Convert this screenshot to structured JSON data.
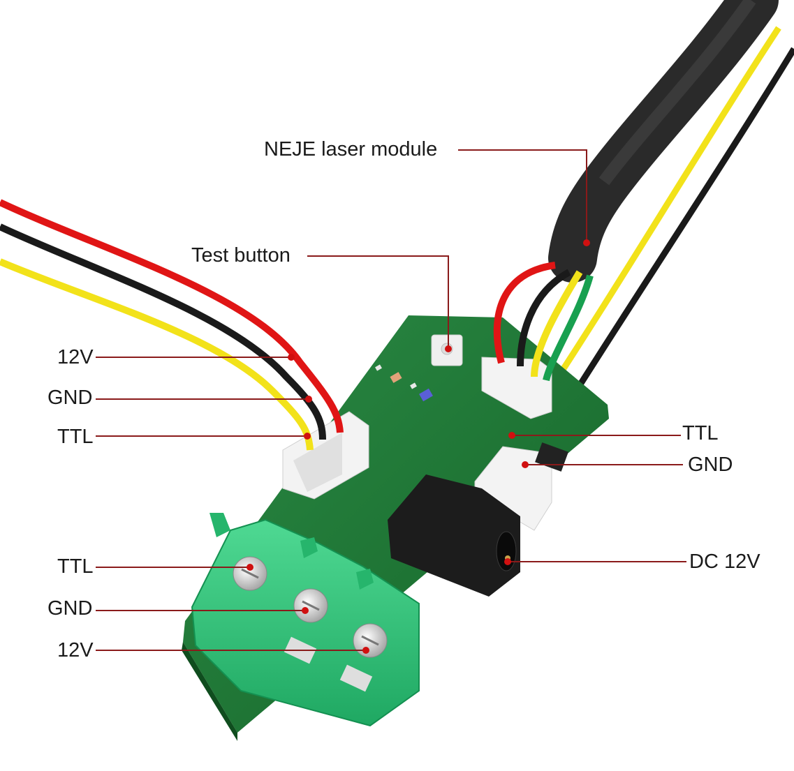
{
  "labels": {
    "laser_module": "NEJE laser module",
    "test_button": "Test button",
    "left_12v": "12V",
    "left_gnd": "GND",
    "left_ttl": "TTL",
    "right_ttl": "TTL",
    "right_gnd": "GND",
    "dc_12v": "DC 12V",
    "terminal_ttl": "TTL",
    "terminal_gnd": "GND",
    "terminal_12v": "12V"
  },
  "colors": {
    "pcb": "#1f7a38",
    "terminal_block": "#2fc47a",
    "wire_red": "#e01515",
    "wire_black": "#1a1a1a",
    "wire_yellow": "#f2e21a",
    "wire_green": "#18a050",
    "leader_line": "#8a1a1a",
    "leader_dot": "#d01010"
  }
}
